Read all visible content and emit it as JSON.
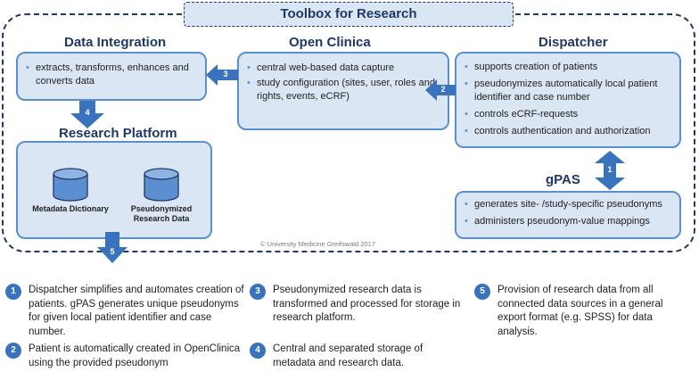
{
  "toolbox": {
    "title": "Toolbox for Research"
  },
  "sections": {
    "integration": {
      "title": "Data Integration",
      "items": [
        "extracts, transforms, enhances and converts data"
      ]
    },
    "clinica": {
      "title": "Open Clinica",
      "items": [
        "central web-based data capture",
        "study configuration (sites, user, roles and rights, events, eCRF)"
      ]
    },
    "dispatcher": {
      "title": "Dispatcher",
      "items": [
        "supports creation of patients",
        "pseudonymizes automatically local patient identifier and case number",
        "controls eCRF-requests",
        "controls authentication and authorization"
      ]
    },
    "gpas": {
      "title": "gPAS",
      "items": [
        "generates site- /study-specific pseudonyms",
        "administers pseudonym-value mappings"
      ]
    },
    "platform": {
      "title": "Research Platform",
      "dbs": [
        {
          "label": "Metadata Dictionary"
        },
        {
          "label": "Pseudonymized Research Data"
        }
      ]
    }
  },
  "arrows": {
    "a1": "1",
    "a2": "2",
    "a3": "3",
    "a4": "4",
    "a5": "5"
  },
  "copyright": "© University Medicine Greifswald 2017",
  "notes": [
    {
      "num": "1",
      "text": "Dispatcher simplifies and automates creation of patients. gPAS generates unique pseudonyms for given local patient identifier and case number."
    },
    {
      "num": "2",
      "text": "Patient is automatically created in OpenClinica using the provided pseudonym"
    },
    {
      "num": "3",
      "text": "Pseudonymized research data is transformed and processed for storage in research platform."
    },
    {
      "num": "4",
      "text": "Central and separated storage of metadata and research data."
    },
    {
      "num": "5",
      "text": "Provision of research data from all connected data sources in a general export format (e.g. SPSS) for data analysis."
    }
  ],
  "colors": {
    "frame": "#1f3864",
    "box_fill": "#dbe6f4",
    "box_border": "#5b8fd0",
    "arrow": "#3a73bd"
  }
}
